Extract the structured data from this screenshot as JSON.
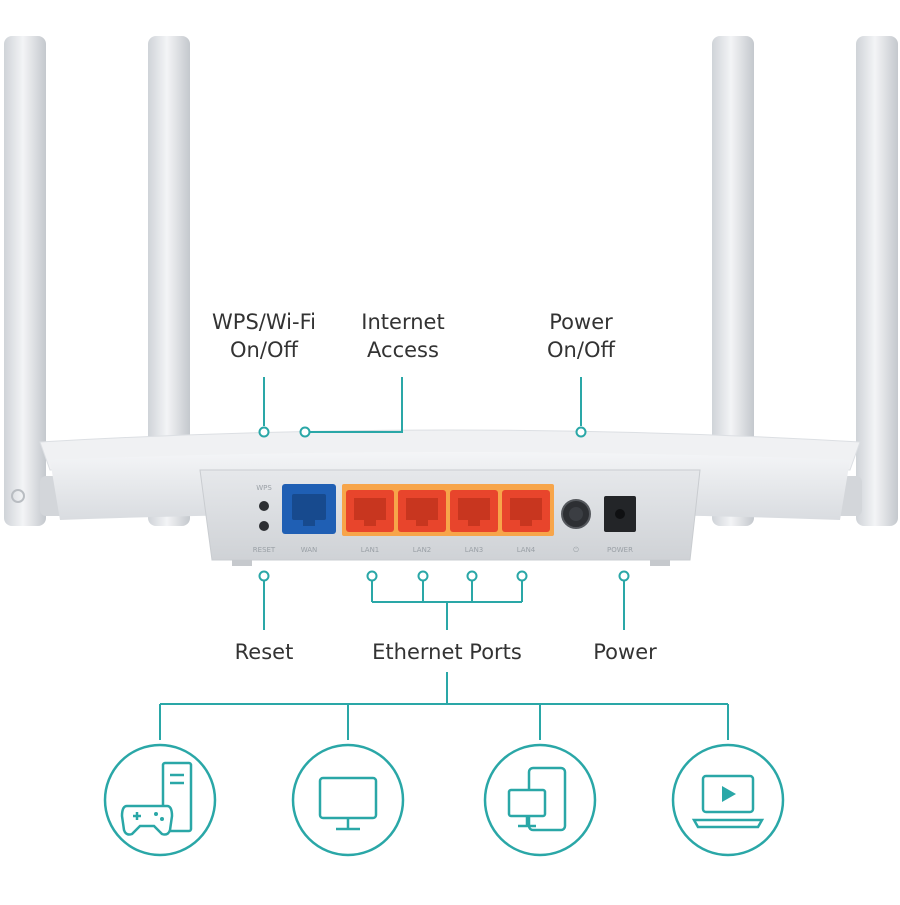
{
  "callouts": {
    "wps": {
      "line1": "WPS/Wi-Fi",
      "line2": "On/Off"
    },
    "internet": {
      "line1": "Internet",
      "line2": "Access"
    },
    "power_onoff": {
      "line1": "Power",
      "line2": "On/Off"
    },
    "reset": "Reset",
    "ethernet": "Ethernet Ports",
    "power": "Power"
  },
  "port_labels": [
    "RESET",
    "WAN",
    "LAN1",
    "LAN2",
    "LAN3",
    "LAN4",
    "POWER"
  ],
  "devices": [
    {
      "icon": "gaming-pc-icon"
    },
    {
      "icon": "monitor-icon"
    },
    {
      "icon": "computer-tablet-icon"
    },
    {
      "icon": "laptop-media-icon"
    }
  ],
  "colors": {
    "accent": "#2aa7a7",
    "wan": "#1f5fb4",
    "lan": "#e8452c",
    "lan_panel": "#f7a54a",
    "router_body": "#e9ebee"
  }
}
